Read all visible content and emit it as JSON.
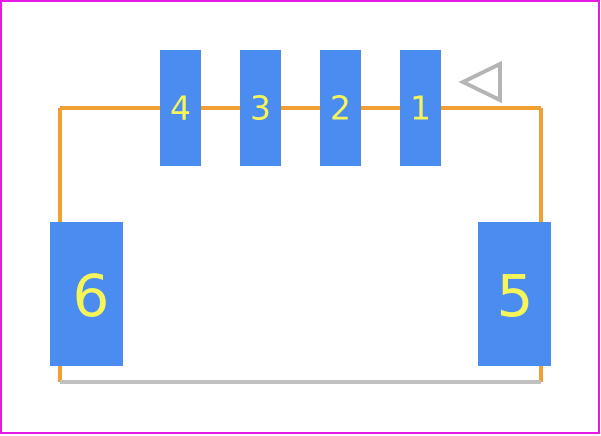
{
  "footprint": {
    "colors": {
      "board_outline": "#e619e6",
      "silkscreen_orange": "#f0a030",
      "silkscreen_gray": "#c0c0c0",
      "pad_fill": "#4a8cf0",
      "pad_label": "#f5f55a",
      "pin1_marker": "#b4b4b4"
    },
    "pads": [
      {
        "id": "pad-4",
        "label": "4"
      },
      {
        "id": "pad-3",
        "label": "3"
      },
      {
        "id": "pad-2",
        "label": "2"
      },
      {
        "id": "pad-1",
        "label": "1"
      },
      {
        "id": "pad-6",
        "label": "6"
      },
      {
        "id": "pad-5",
        "label": "5"
      }
    ],
    "pin1_marker_icon": "triangle-left-icon"
  }
}
